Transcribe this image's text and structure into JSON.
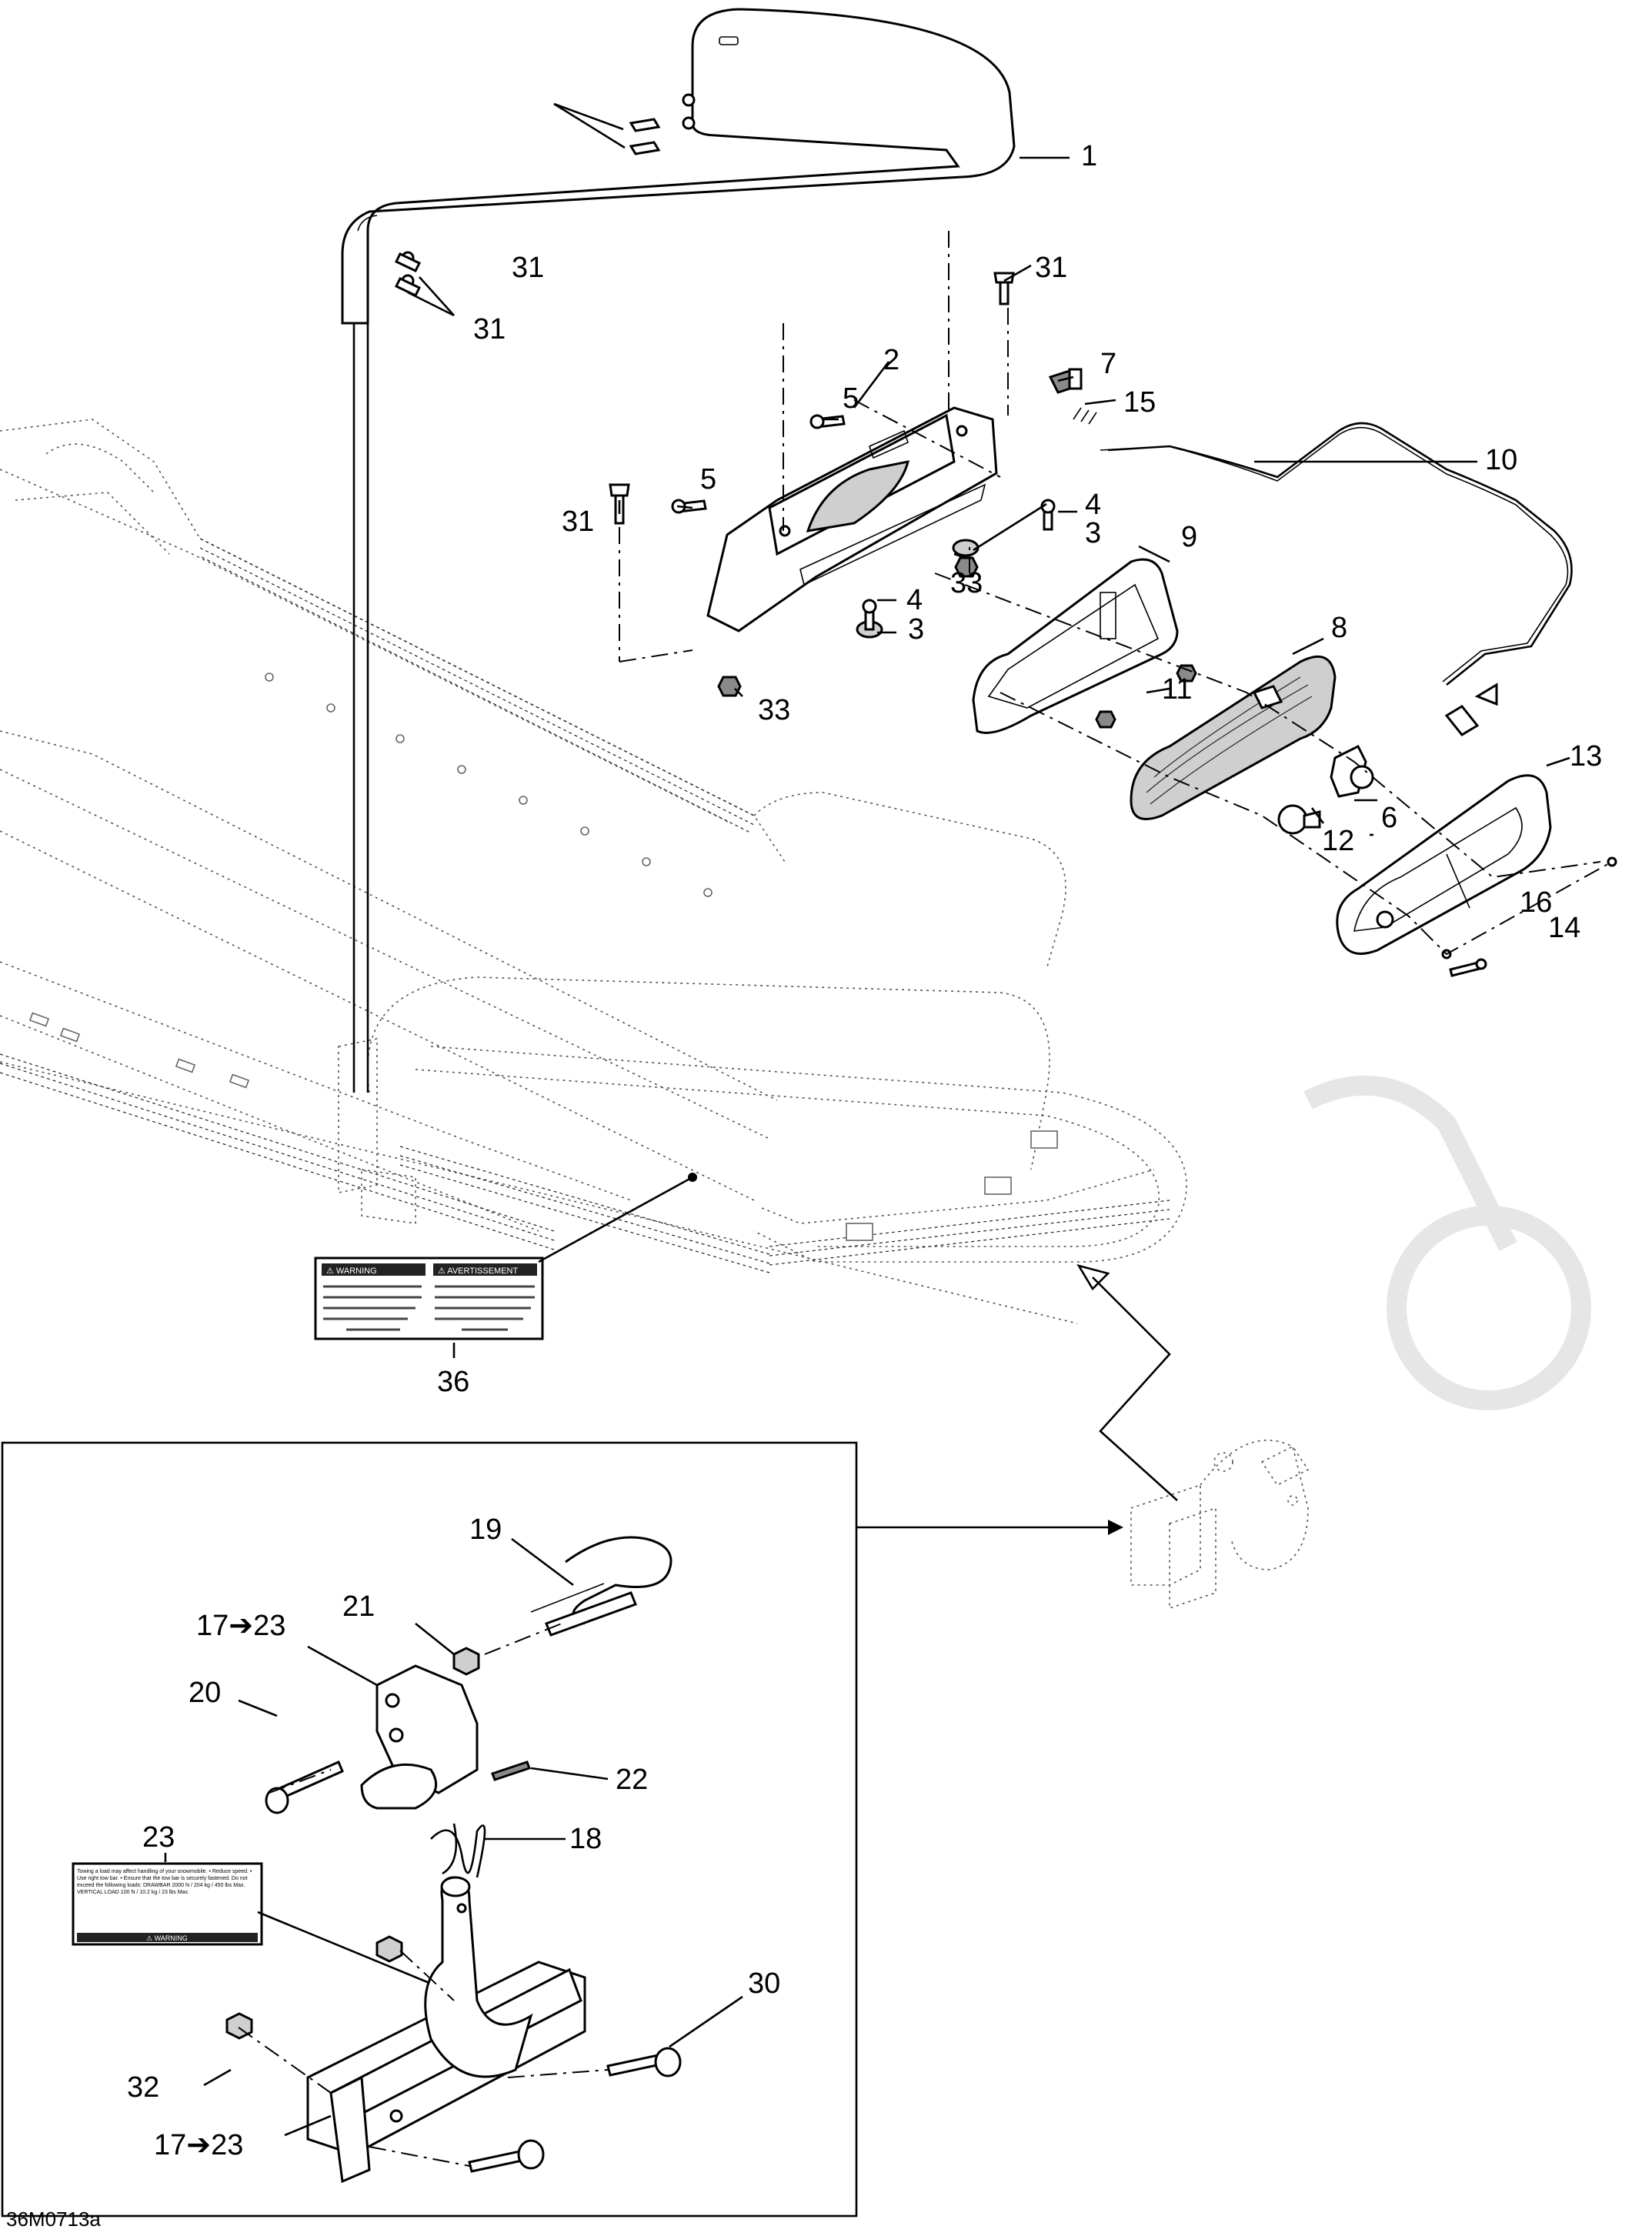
{
  "diagram": {
    "figure_code": "36M0713a",
    "watermark": "",
    "callouts": {
      "c1": "1",
      "c2": "2",
      "c3a": "3",
      "c3b": "3",
      "c4a": "4",
      "c4b": "4",
      "c5a": "5",
      "c5b": "5",
      "c6": "6",
      "c7": "7",
      "c8": "8",
      "c9": "9",
      "c10": "10",
      "c11": "11",
      "c12": "12",
      "c13": "13",
      "c14": "14",
      "c15": "15",
      "c16": "16",
      "c18": "18",
      "c19": "19",
      "c20": "20",
      "c21": "21",
      "c22": "22",
      "c23": "23",
      "c30": "30",
      "c32": "32",
      "c33a": "33",
      "c33b": "33",
      "c36": "36",
      "c31a": "31",
      "c31b": "31",
      "c31c": "31",
      "c31d": "31",
      "c17a": "17➔23",
      "c17b": "17➔23"
    },
    "decal_36": {
      "heading_left": "⚠ WARNING",
      "heading_right": "⚠ AVERTISSEMENT"
    },
    "decal_23": {
      "text": "Towing a load may affect handling of your snowmobile. • Reduce speed. • Use right tow bar. • Ensure that the tow bar is securely fastened. Do not exceed the following loads: DRAWBAR 2000 N / 204 kg / 450 lbs Max. VERTICAL LOAD 100 N / 10.2 kg / 23 lbs Max.",
      "footer": "⚠ WARNING"
    }
  }
}
